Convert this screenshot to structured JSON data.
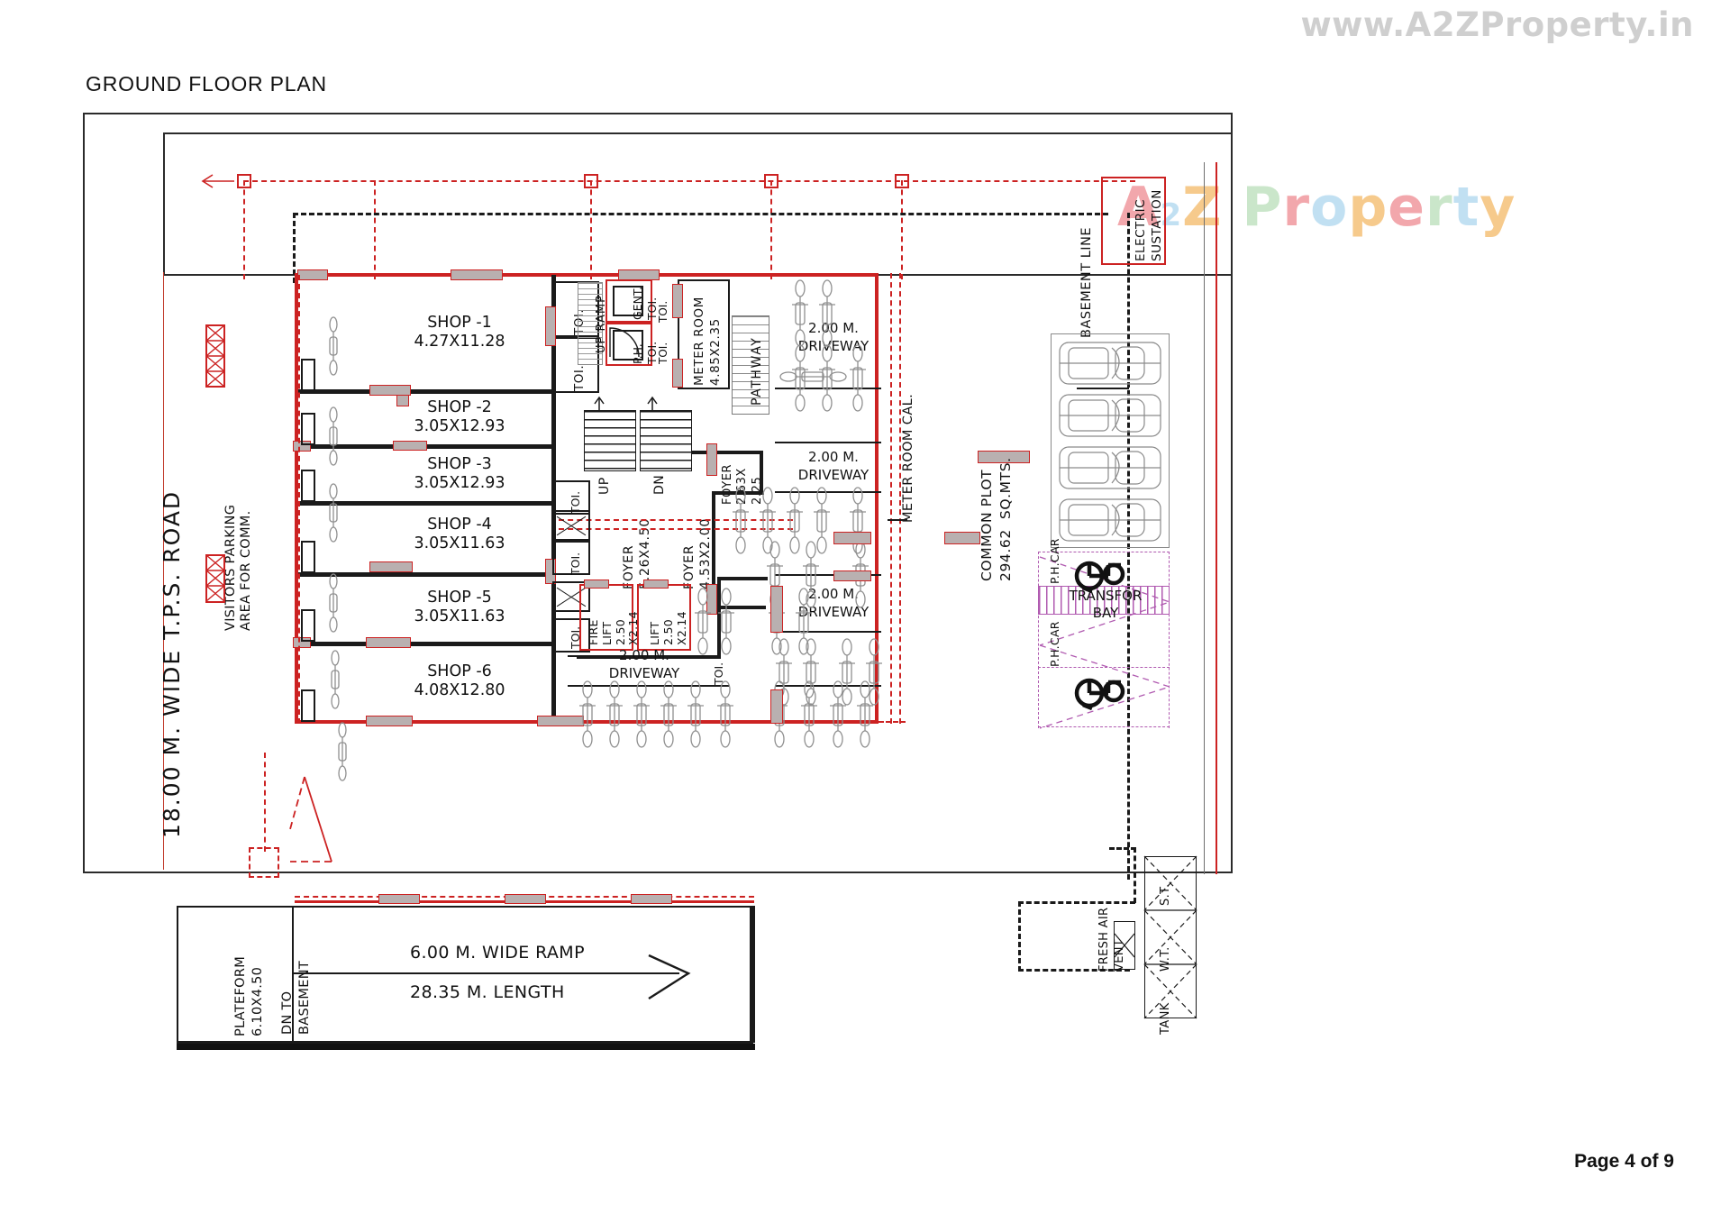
{
  "meta": {
    "watermark_top": "www.A2ZProperty.in",
    "watermark_center": "A2Z Property",
    "page_label": "Page 4 of 9",
    "accent_red": "#cc2222",
    "accent_pink": "#b05ab0",
    "ink": "#1a1a1a"
  },
  "title": "GROUND FLOOR PLAN",
  "road": {
    "label": "18.00 M. WIDE T.P.S. ROAD",
    "visitors_parking": "VISITORS PARKING\nAREA FOR COMM."
  },
  "shops": [
    {
      "name": "SHOP -1",
      "size": "4.27X11.28"
    },
    {
      "name": "SHOP -2",
      "size": "3.05X12.93"
    },
    {
      "name": "SHOP -3",
      "size": "3.05X12.93"
    },
    {
      "name": "SHOP -4",
      "size": "3.05X11.63"
    },
    {
      "name": "SHOP -5",
      "size": "3.05X11.63"
    },
    {
      "name": "SHOP -6",
      "size": "4.08X12.80"
    }
  ],
  "core": {
    "toilets": [
      "TOI.",
      "TOI.",
      "TOI.",
      "TOI.",
      "TOI.",
      "TOI.",
      "TOI.",
      "TOI."
    ],
    "gent_toi": "GENT.\nTOI.",
    "ph_toi": "P.H.\nTOI.",
    "up_ramp": "UP RAMP",
    "up": "UP",
    "dn": "DN",
    "meter_room": "METER ROOM\n4.85X2.35",
    "pathway": "PATHWAY",
    "foyer_main": "FOYER\n5.26X4.50",
    "foyer_mid": "FOYER\n4.53X2.00",
    "foyer_small": "FOYER\n2.63X\n2.25",
    "fire_lift": "FIRE\nLIFT\n2.50\nX2.14",
    "lift": "LIFT\n2.50\nX2.14"
  },
  "driveways": [
    "2.00 M.\nDRIVEWAY",
    "2.00 M.\nDRIVEWAY",
    "2.00 M.\nDRIVEWAY",
    "2.00 M.\nDRIVEWAY"
  ],
  "right_side": {
    "electric_substation": "ELECTRIC\nSUSTATION",
    "basement_line": "BASEMENT LINE",
    "meter_room_cal": "METER ROOM CAL.",
    "common_plot": "COMMON PLOT\n294.62  SQ.MTS.",
    "transformer_bay": "TRANSFOR\nBAY",
    "ph_car_top": "P.H.CAR",
    "ph_car_bottom": "P.H.CAR",
    "fresh_air_vent": "FRESH AIR\nVENT",
    "tanks": [
      "S.T.",
      "W.T.",
      "TANK"
    ]
  },
  "ramp": {
    "platform": "PLATEFORM\n6.10X4.50",
    "dn_to_basement": "DN TO\nBASEMENT",
    "width_label": "6.00 M. WIDE RAMP",
    "length_label": "28.35 M. LENGTH"
  }
}
